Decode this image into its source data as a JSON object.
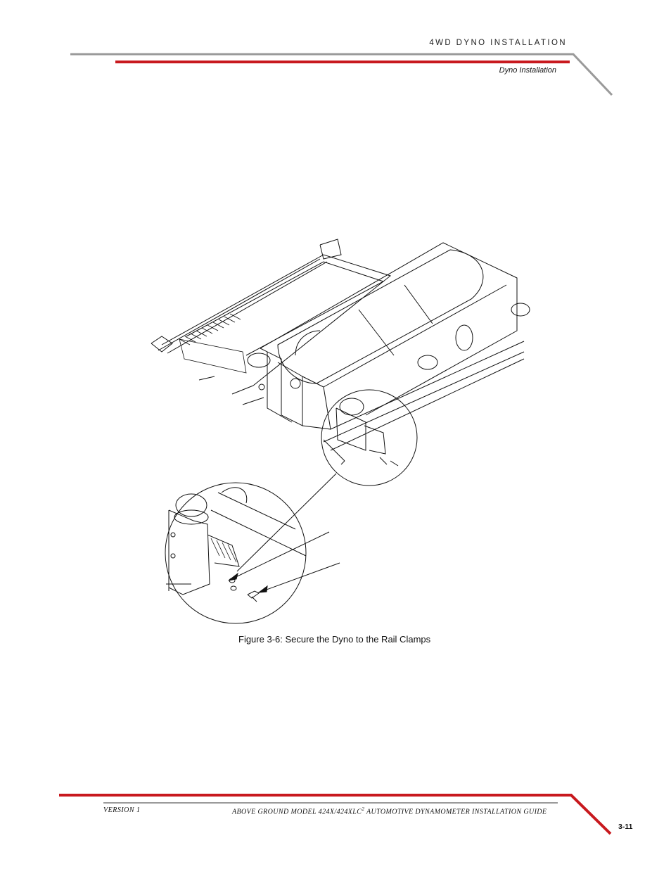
{
  "header": {
    "chapter": "4WD DYNO INSTALLATION",
    "section": "Dyno Installation"
  },
  "figure": {
    "caption": "Figure 3-6: Secure the Dyno to the Rail Clamps"
  },
  "footer": {
    "version": "VERSION 1",
    "title_main": "ABOVE GROUND MODEL 424X/424XLC",
    "title_sup": "2",
    "title_rest": " AUTOMOTIVE DYNAMOMETER INSTALLATION GUIDE",
    "page_number": "3-11"
  },
  "colors": {
    "accent_red": "#c8191e",
    "rule_gray": "#9a9a9a"
  }
}
